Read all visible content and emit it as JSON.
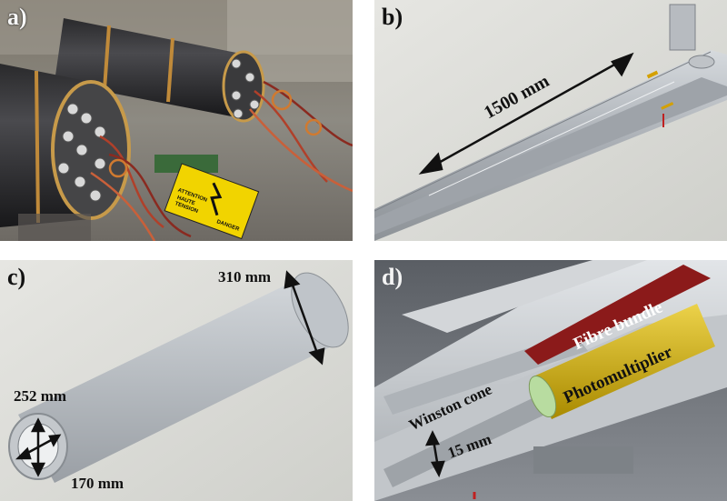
{
  "panels": {
    "a": {
      "label": "a)"
    },
    "b": {
      "label": "b)",
      "length_annotation": "1500 mm"
    },
    "c": {
      "label": "c)",
      "outer_diameter_annotation": "310 mm",
      "inner_diameter_annotation": "252 mm",
      "small_diameter_annotation": "170 mm"
    },
    "d": {
      "label": "d)",
      "fibre_label": "Fibre bundle",
      "pmt_label": "Photomultiplier",
      "cone_label": "Winston cone",
      "cone_size_annotation": "15 mm"
    }
  },
  "sign_text": [
    "ATTENTION",
    "HAUTE",
    "TENSION",
    "DANGER"
  ],
  "colors": {
    "fibre_bundle": "#8b1a1a",
    "photomultiplier": "#c9a400",
    "cad_grey": "#c8ccd0"
  }
}
